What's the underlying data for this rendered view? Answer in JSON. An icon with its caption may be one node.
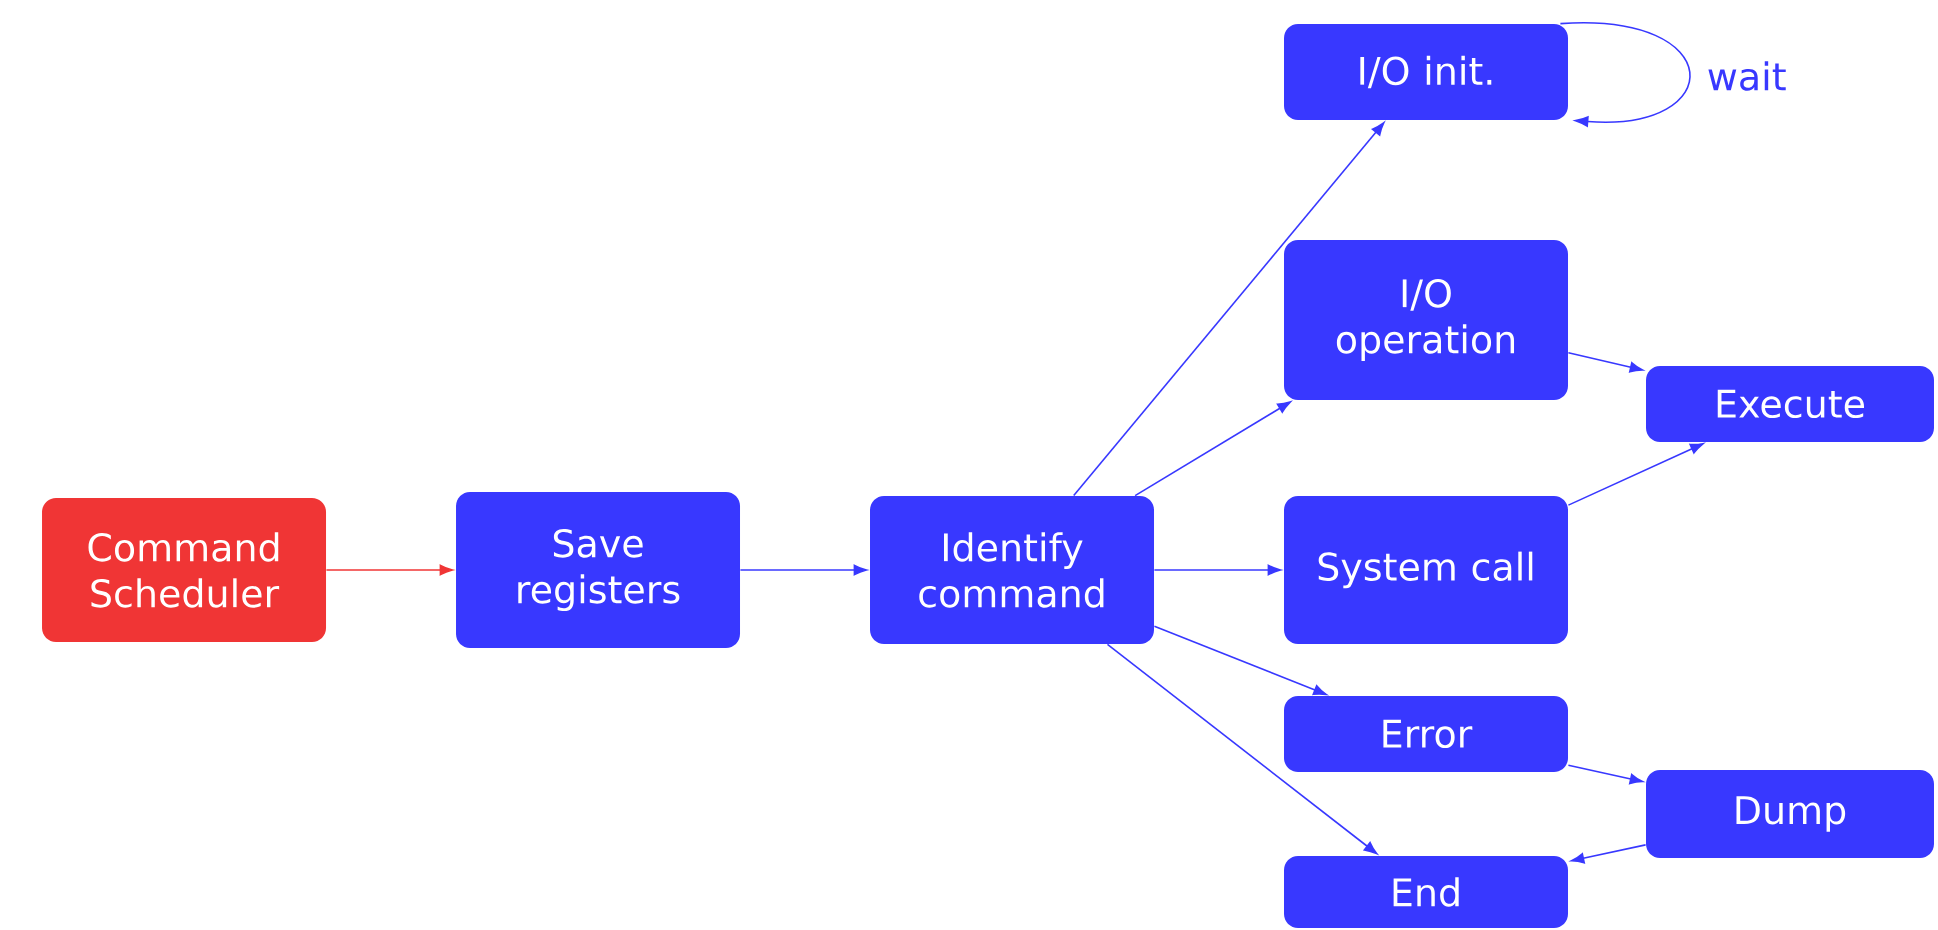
{
  "diagram": {
    "nodes": [
      {
        "text": [
          "Command Scheduler"
        ]
      },
      {
        "text": [
          "Save registers"
        ]
      },
      {
        "text": [
          "Identify command"
        ]
      },
      {
        "text": [
          "I/O init."
        ]
      },
      {
        "text": [
          "I/O operation"
        ]
      },
      {
        "text": [
          "System call"
        ]
      },
      {
        "text": [
          "Error"
        ]
      },
      {
        "text": [
          "End"
        ]
      },
      {
        "text": [
          "Execute"
        ]
      },
      {
        "text": [
          "Dump"
        ]
      }
    ],
    "edges": [
      {
        "from": 0,
        "to": 1,
        "arrow": "to",
        "color": "#f03535"
      },
      {
        "from": 1,
        "to": 2,
        "arrow": "to"
      },
      {
        "from": 2,
        "to": 3,
        "arrow": "to"
      },
      {
        "from": 2,
        "to": 4,
        "arrow": "to"
      },
      {
        "from": 2,
        "to": 5,
        "arrow": "to"
      },
      {
        "from": 2,
        "to": 6,
        "arrow": "to"
      },
      {
        "from": 2,
        "to": 7,
        "arrow": "to"
      },
      {
        "from": 3,
        "to": 3,
        "arrow": "to",
        "label": "wait"
      },
      {
        "from": 4,
        "to": 8,
        "arrow": "to"
      },
      {
        "from": 5,
        "to": 8,
        "arrow": "to"
      },
      {
        "from": 6,
        "to": 9,
        "arrow": "to"
      },
      {
        "from": 9,
        "to": 7,
        "arrow": "to"
      }
    ]
  }
}
